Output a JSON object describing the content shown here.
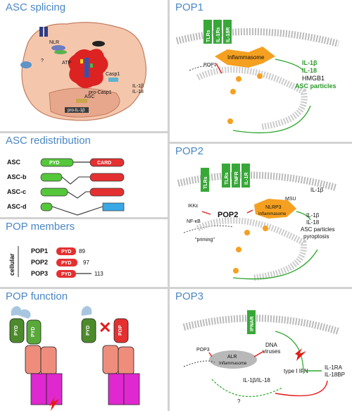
{
  "panels": {
    "asc_splicing": {
      "title": "ASC splicing"
    },
    "asc_redistribution": {
      "title": "ASC redistribution"
    },
    "pop_members": {
      "title": "POP members"
    },
    "pop_function": {
      "title": "POP function"
    },
    "pop1": {
      "title": "POP1"
    },
    "pop2": {
      "title": "POP2"
    },
    "pop3": {
      "title": "POP3"
    }
  },
  "splicing": {
    "question": "?",
    "nlr": "NLR",
    "atp": "ATP",
    "asc": "ASC",
    "casp1": "Casp1",
    "pro_casp1": "pro-Casp1",
    "pro_il1b": "pro-IL-1β",
    "il1b": "IL-1β",
    "il18": "IL-18"
  },
  "redistribution": {
    "rows": [
      {
        "name": "ASC",
        "pyd": "PYD",
        "card": "CARD"
      },
      {
        "name": "ASC-b"
      },
      {
        "name": "ASC-c"
      },
      {
        "name": "ASC-d"
      }
    ]
  },
  "members": {
    "side_label": "cellular",
    "items": [
      {
        "name": "POP1",
        "domain": "PYD",
        "length": "89"
      },
      {
        "name": "POP2",
        "domain": "PYD",
        "length": "97"
      },
      {
        "name": "POP3",
        "domain": "PYD",
        "length": "113"
      }
    ]
  },
  "function": {
    "pyd": "PYD",
    "pop": "POP"
  },
  "pop1": {
    "receptors": [
      "TLRs",
      "IL-1Rs",
      "IL-18R"
    ],
    "inflammasome": "Inflammasome",
    "pop1_label": "POP1",
    "outputs": [
      "IL-1β",
      "IL-18",
      "HMGB1",
      "ASC particles"
    ]
  },
  "pop2": {
    "receptors": [
      "TLRs",
      "TNFR",
      "IL-1R"
    ],
    "ikk": "IKKε",
    "nfkb": "NF-κB",
    "pop2_label": "POP2",
    "nlrp3": "NLRP3",
    "inflammasome": "Inflammasome",
    "msu": "MSU",
    "priming": "\"priming\"",
    "il1b_top": "IL-1β",
    "outputs": [
      "IL-1β",
      "IL-18",
      "ASC particles",
      "pyroptosis"
    ]
  },
  "pop3": {
    "receptor": "IFNAR",
    "pop3_label": "POP3",
    "alr": "ALR",
    "inflammasome": "Inflammasome",
    "dna_viruses": [
      "DNA",
      "viruses"
    ],
    "type1ifn": "type I IFN",
    "il1b_il18": "IL-1β/IL-18",
    "question": "?",
    "il1ra": "IL-1RA",
    "il18bp": "IL-18BP"
  }
}
